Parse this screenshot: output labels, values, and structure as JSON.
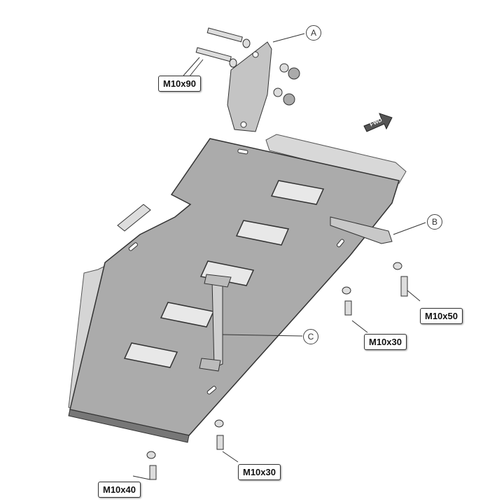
{
  "labels": {
    "bolt_top": "M10x90",
    "bolt_right": "M10x50",
    "bolt_mid_right": "M10x30",
    "bolt_bottom_mid": "M10x30",
    "bolt_bottom_left": "M10x40"
  },
  "callouts": {
    "a": "A",
    "b": "B",
    "c": "C"
  },
  "direction_arrow": "FWD",
  "colors": {
    "plate": "#a9a9a9",
    "plate_light": "#d9d9d9",
    "outline": "#333333"
  }
}
